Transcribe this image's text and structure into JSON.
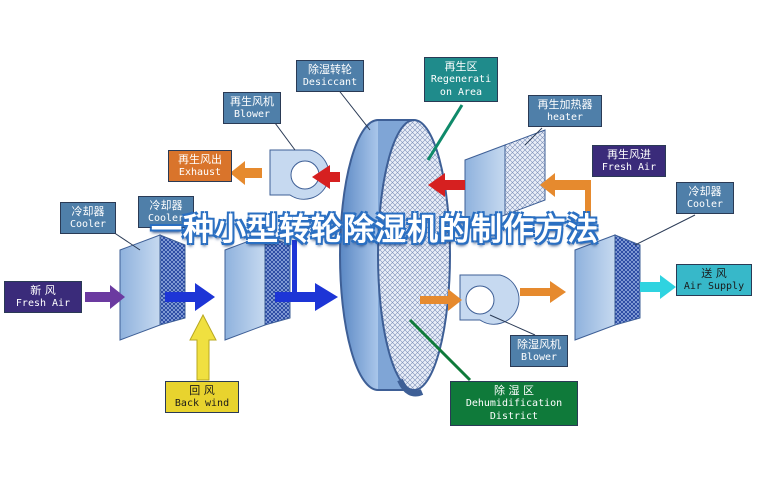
{
  "title": "一种小型转轮除湿机的制作方法",
  "labels": {
    "desiccant": {
      "cn": "除湿转轮",
      "en": "Desiccant"
    },
    "regen_area": {
      "cn": "再生区",
      "en": "Regenerati on Area"
    },
    "regen_blower": {
      "cn": "再生风机",
      "en": "Blower"
    },
    "regen_heater": {
      "cn": "再生加热器",
      "en": "heater"
    },
    "regen_exhaust": {
      "cn": "再生风出",
      "en": "Exhaust"
    },
    "regen_fresh_air": {
      "cn": "再生风进",
      "en": "Fresh Air"
    },
    "cooler_left": {
      "cn": "冷却器",
      "en": "Cooler"
    },
    "cooler_mid": {
      "cn": "冷却器",
      "en": "Cooler"
    },
    "cooler_right": {
      "cn": "冷却器",
      "en": "Cooler"
    },
    "fresh_air": {
      "cn": "新 风",
      "en": "Fresh Air"
    },
    "air_supply": {
      "cn": "送 风",
      "en": "Air Supply"
    },
    "back_wind": {
      "cn": "回 风",
      "en": "Back wind"
    },
    "dehum_blower": {
      "cn": "除湿风机",
      "en": "Blower"
    },
    "dehum_district": {
      "cn": "除 湿 区",
      "en": "Dehumidification District"
    }
  },
  "colors": {
    "blue_arrow": "#1d35d6",
    "red_arrow": "#d62020",
    "orange_arrow": "#e68a2e",
    "purple_arrow": "#6b3aa0",
    "cyan_arrow": "#2fd3e0",
    "yellow_arrow": "#f0e040",
    "wheel": "#7aa6d8"
  }
}
